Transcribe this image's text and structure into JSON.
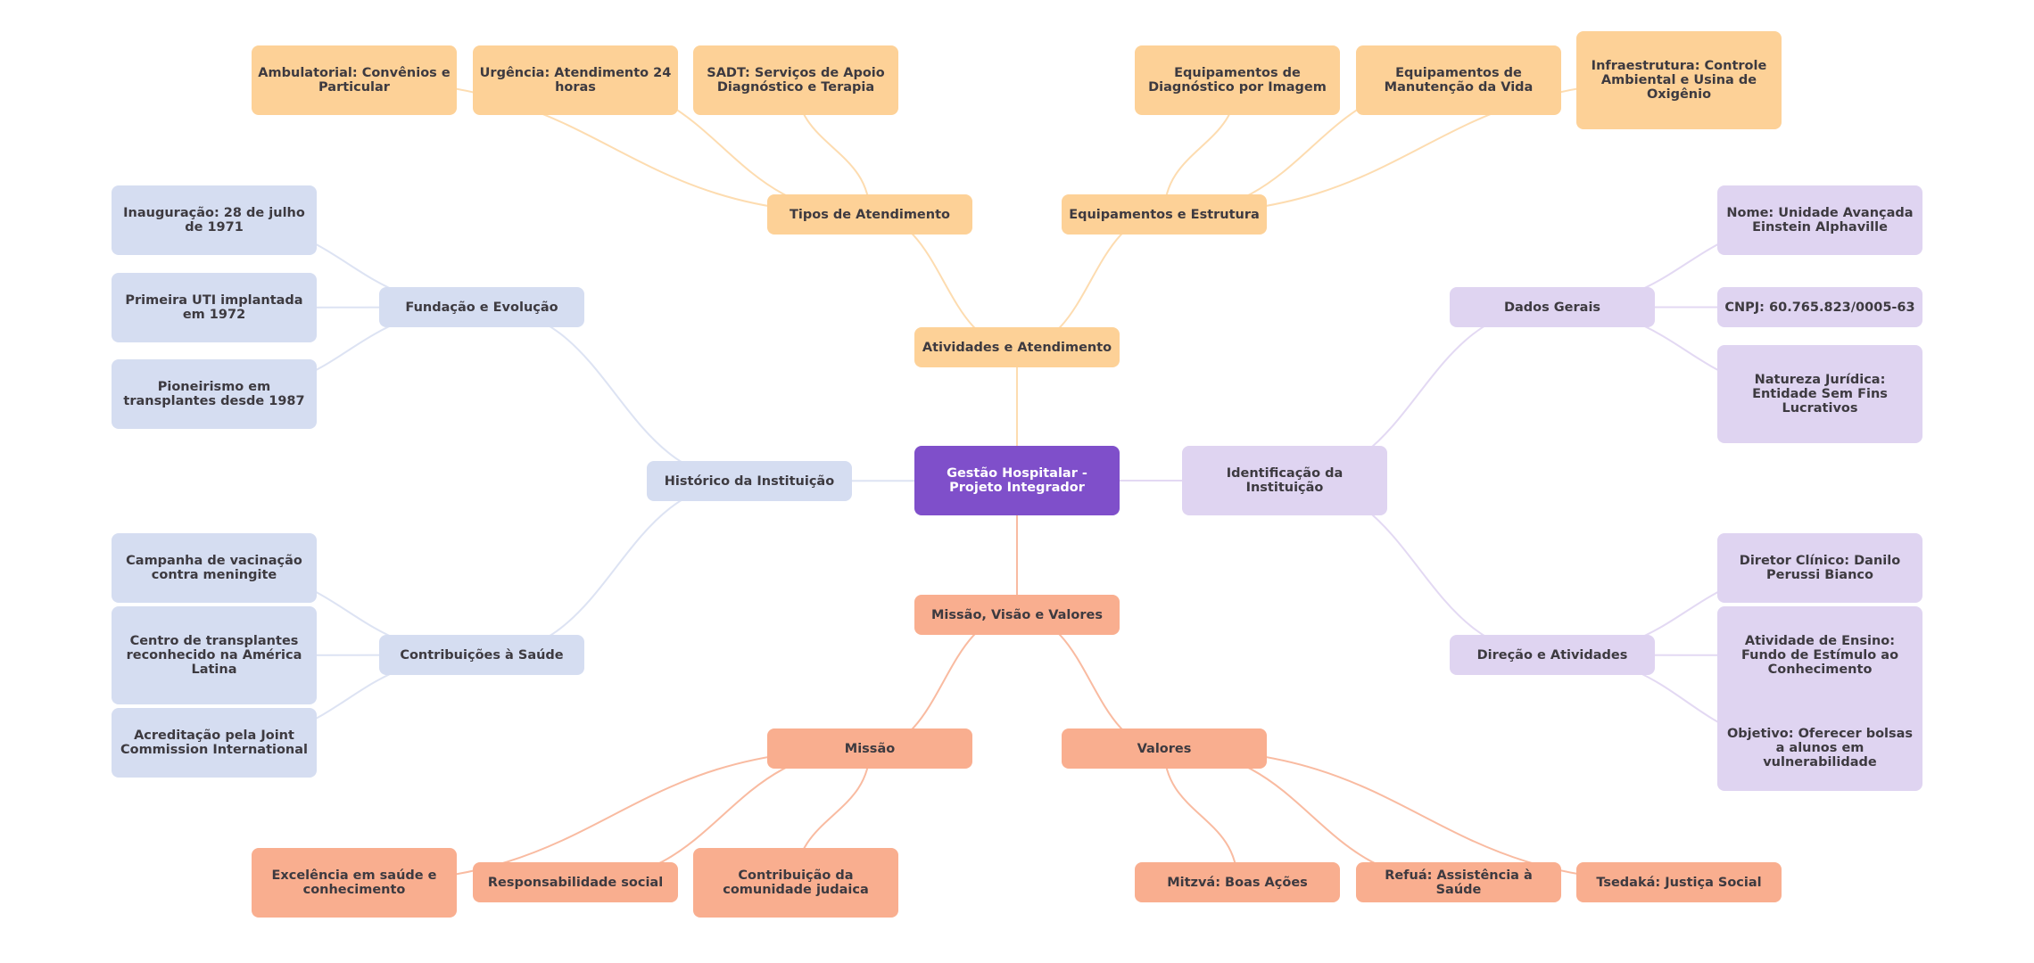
{
  "diagram": {
    "type": "mind-map",
    "colors": {
      "root": "#7f4fca",
      "atividades": "#fdd197",
      "missao": "#f9ae8f",
      "historico": "#d5ddf1",
      "identificacao": "#dfd4f1",
      "text": "#3d3a40",
      "root_text": "#ffffff"
    },
    "root": "Gestão Hospitalar - Projeto Integrador",
    "nodes": {
      "root": "Gestão Hospitalar - Projeto Integrador",
      "atividades": "Atividades e Atendimento",
      "tipos": "Tipos de Atendimento",
      "equipamentos": "Equipamentos e Estrutura",
      "ambulatorial": "Ambulatorial: Convênios e Particular",
      "urgencia": "Urgência: Atendimento 24 horas",
      "sadt": "SADT: Serviços de Apoio Diagnóstico e Terapia",
      "equip_diag": "Equipamentos de Diagnóstico por Imagem",
      "equip_manut": "Equipamentos de Manutenção da Vida",
      "infra": "Infraestrutura: Controle Ambiental e Usina de Oxigênio",
      "historico": "Histórico da Instituição",
      "fundacao": "Fundação e Evolução",
      "contribuicoes": "Contribuições à Saúde",
      "inauguracao": "Inauguração: 28 de julho de 1971",
      "uti": "Primeira UTI implantada em 1972",
      "pioneirismo": "Pioneirismo em transplantes desde 1987",
      "vacinacao": "Campanha de vacinação contra meningite",
      "centro": "Centro de transplantes reconhecido na América Latina",
      "acreditacao": "Acreditação pela Joint Commission International",
      "identificacao": "Identificação da Instituição",
      "dados": "Dados Gerais",
      "direcao": "Direção e Atividades",
      "nome": "Nome: Unidade Avançada Einstein Alphaville",
      "cnpj": "CNPJ: 60.765.823/0005-63",
      "natureza": "Natureza Jurídica: Entidade Sem Fins Lucrativos",
      "diretor": "Diretor Clínico: Danilo Perussi Bianco",
      "ensino": "Atividade de Ensino: Fundo de Estímulo ao Conhecimento",
      "objetivo": "Objetivo: Oferecer bolsas a alunos em vulnerabilidade",
      "mvv": "Missão, Visão e Valores",
      "missao": "Missão",
      "valores": "Valores",
      "excelencia": "Excelência em saúde e conhecimento",
      "responsabilidade": "Responsabilidade social",
      "comunidade": "Contribuição da comunidade judaica",
      "mitzva": "Mitzvá: Boas Ações",
      "refua": "Refuá: Assistência à Saúde",
      "tsedaka": "Tsedaká: Justiça Social"
    },
    "edges": [
      [
        "root",
        "atividades"
      ],
      [
        "atividades",
        "tipos"
      ],
      [
        "atividades",
        "equipamentos"
      ],
      [
        "tipos",
        "ambulatorial"
      ],
      [
        "tipos",
        "urgencia"
      ],
      [
        "tipos",
        "sadt"
      ],
      [
        "equipamentos",
        "equip_diag"
      ],
      [
        "equipamentos",
        "equip_manut"
      ],
      [
        "equipamentos",
        "infra"
      ],
      [
        "root",
        "historico"
      ],
      [
        "historico",
        "fundacao"
      ],
      [
        "historico",
        "contribuicoes"
      ],
      [
        "fundacao",
        "inauguracao"
      ],
      [
        "fundacao",
        "uti"
      ],
      [
        "fundacao",
        "pioneirismo"
      ],
      [
        "contribuicoes",
        "vacinacao"
      ],
      [
        "contribuicoes",
        "centro"
      ],
      [
        "contribuicoes",
        "acreditacao"
      ],
      [
        "root",
        "identificacao"
      ],
      [
        "identificacao",
        "dados"
      ],
      [
        "identificacao",
        "direcao"
      ],
      [
        "dados",
        "nome"
      ],
      [
        "dados",
        "cnpj"
      ],
      [
        "dados",
        "natureza"
      ],
      [
        "direcao",
        "diretor"
      ],
      [
        "direcao",
        "ensino"
      ],
      [
        "direcao",
        "objetivo"
      ],
      [
        "root",
        "mvv"
      ],
      [
        "mvv",
        "missao"
      ],
      [
        "mvv",
        "valores"
      ],
      [
        "missao",
        "excelencia"
      ],
      [
        "missao",
        "responsabilidade"
      ],
      [
        "missao",
        "comunidade"
      ],
      [
        "valores",
        "mitzva"
      ],
      [
        "valores",
        "refua"
      ],
      [
        "valores",
        "tsedaka"
      ]
    ]
  }
}
